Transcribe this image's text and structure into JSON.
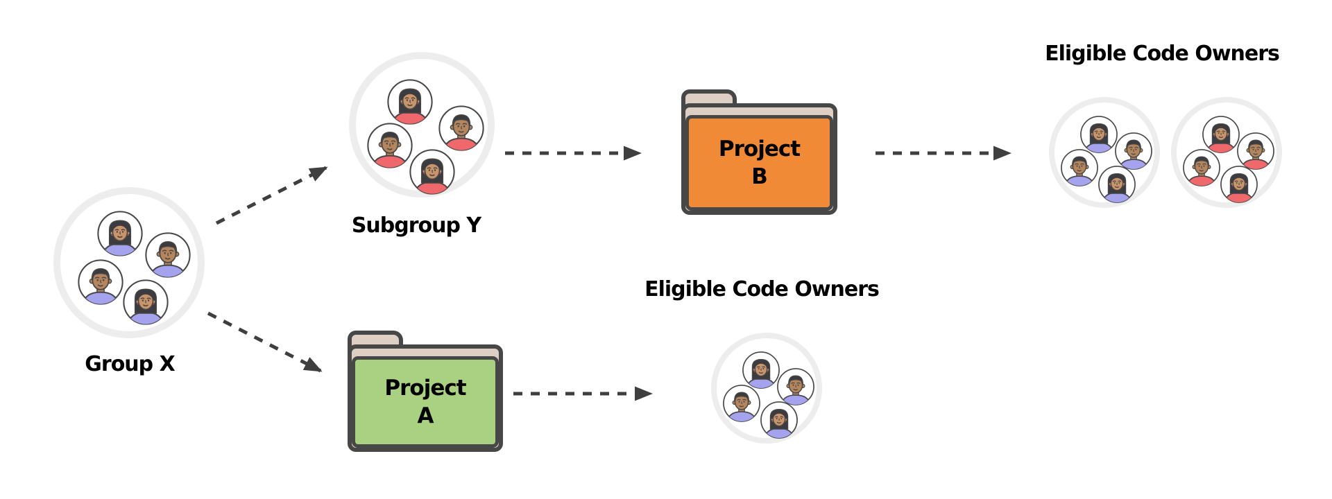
{
  "canvas": {
    "background": "#ffffff"
  },
  "colors": {
    "outline": "#474747",
    "cluster_ring": "#ededed",
    "arrow": "#3f3f3f",
    "hair": "#3c3b40",
    "skin_man": "#b5855e",
    "skin_woman": "#c9946a",
    "shirt_purple": "#a5a2ee",
    "shirt_red": "#ef686c",
    "earring": "#e05252",
    "folder_tab": "#decfc5",
    "label": "#000000"
  },
  "nodes": {
    "group_x": {
      "label": "Group X",
      "type": "user-cluster",
      "member_count": 4,
      "members": [
        "woman",
        "man",
        "man",
        "woman"
      ],
      "shirt": "purple"
    },
    "subgroup_y": {
      "label": "Subgroup Y",
      "type": "user-cluster",
      "member_count": 4,
      "members": [
        "woman",
        "man",
        "man",
        "woman"
      ],
      "shirt": "red"
    },
    "project_b": {
      "title": "Project",
      "letter": "B",
      "type": "folder",
      "color": "#f18a36"
    },
    "project_a": {
      "title": "Project",
      "letter": "A",
      "type": "folder",
      "color": "#aad182"
    },
    "eligible_top": {
      "label": "Eligible Code Owners",
      "clusters": [
        "purple",
        "red"
      ],
      "members_per_cluster": 4
    },
    "eligible_mid": {
      "label": "Eligible Code Owners",
      "clusters": [
        "purple"
      ],
      "members_per_cluster": 4
    }
  },
  "edges": [
    {
      "from": "group_x",
      "to": "subgroup_y",
      "style": "dashed"
    },
    {
      "from": "group_x",
      "to": "project_a",
      "style": "dashed"
    },
    {
      "from": "subgroup_y",
      "to": "project_b",
      "style": "dashed"
    },
    {
      "from": "project_b",
      "to": "eligible_top",
      "style": "dashed"
    },
    {
      "from": "project_a",
      "to": "eligible_mid",
      "style": "dashed"
    }
  ]
}
